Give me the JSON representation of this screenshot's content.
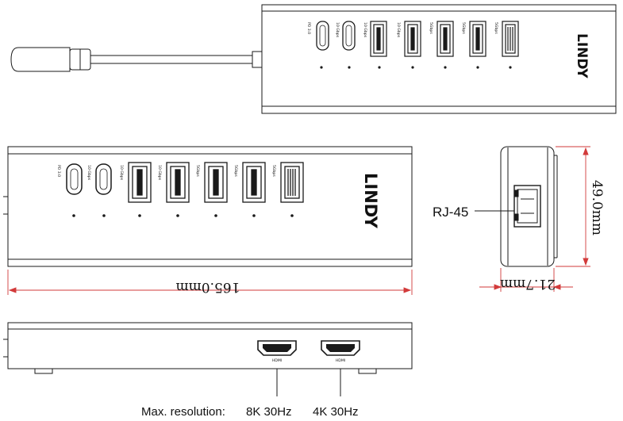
{
  "colors": {
    "line": "#1a1a1a",
    "dimension": "#d23a3a",
    "background": "#ffffff"
  },
  "brand": "LINDY",
  "ports": {
    "pd": "PD 3.0",
    "c10": "10 Gbps",
    "a10a": "10 Gbps",
    "a10b": "10 Gbps",
    "a5a": "5Gbps",
    "a5b": "5Gbps",
    "a5c": "5Gbps"
  },
  "hdmi": {
    "port1": "HDMI",
    "port2": "HDMI"
  },
  "labels": {
    "rj45": "RJ-45",
    "max_resolution": "Max. resolution:",
    "res1": "8K 30Hz",
    "res2": "4K 30Hz"
  },
  "dimensions": {
    "length": "165.0mm",
    "height": "49.0mm",
    "width": "21.7mm"
  }
}
